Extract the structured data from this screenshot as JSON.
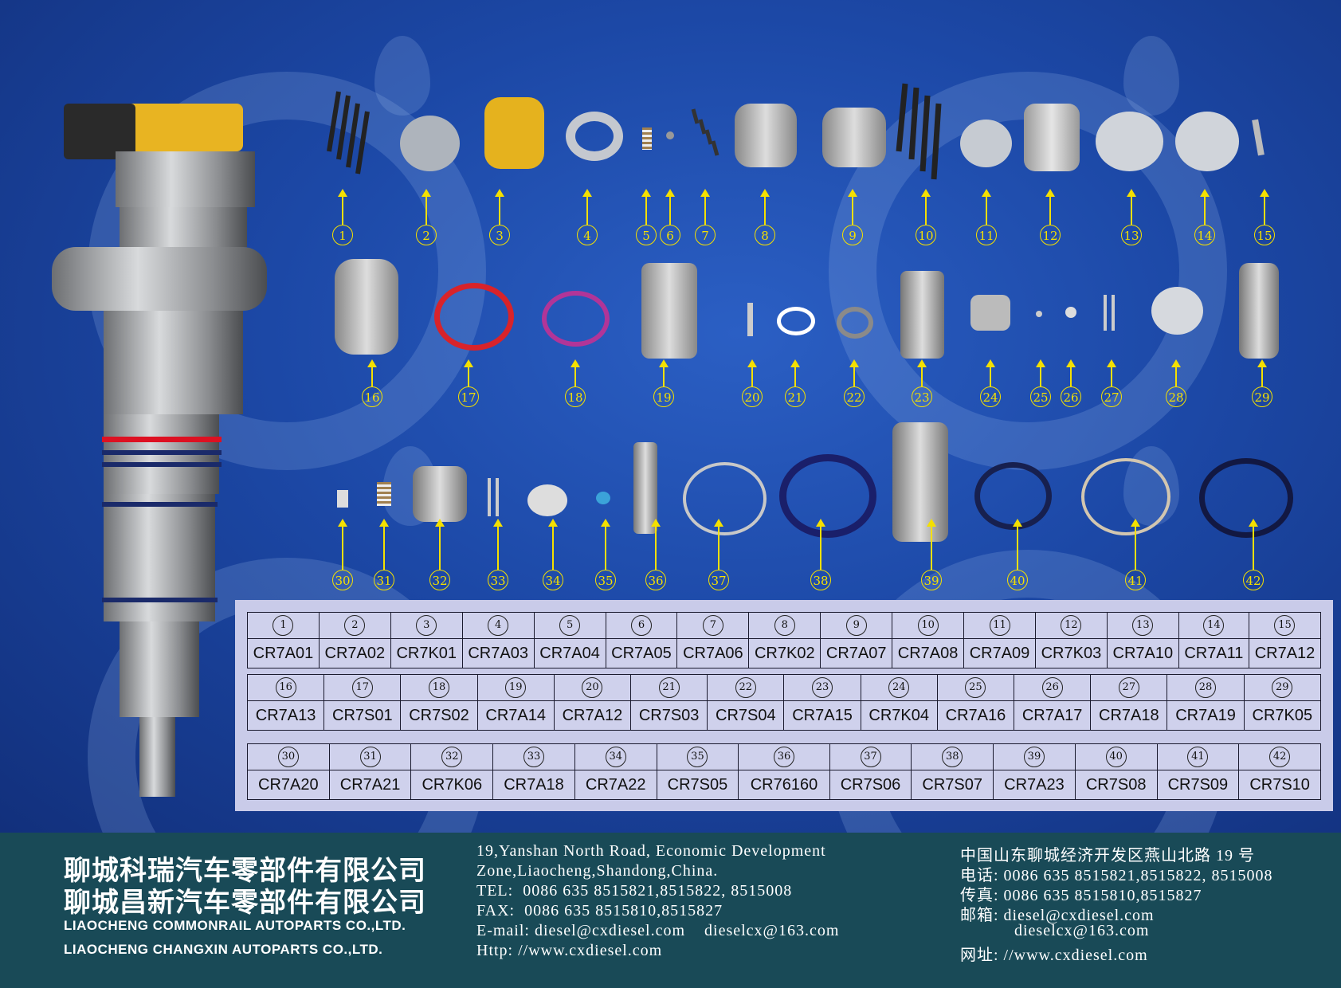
{
  "parts": [
    {
      "num": "1"
    },
    {
      "num": "2"
    },
    {
      "num": "3"
    },
    {
      "num": "4"
    },
    {
      "num": "5"
    },
    {
      "num": "6"
    },
    {
      "num": "7"
    },
    {
      "num": "8"
    },
    {
      "num": "9"
    },
    {
      "num": "10"
    },
    {
      "num": "11"
    },
    {
      "num": "12"
    },
    {
      "num": "13"
    },
    {
      "num": "14"
    },
    {
      "num": "15"
    },
    {
      "num": "16"
    },
    {
      "num": "17"
    },
    {
      "num": "18"
    },
    {
      "num": "19"
    },
    {
      "num": "20"
    },
    {
      "num": "21"
    },
    {
      "num": "22"
    },
    {
      "num": "23"
    },
    {
      "num": "24"
    },
    {
      "num": "25"
    },
    {
      "num": "26"
    },
    {
      "num": "27"
    },
    {
      "num": "28"
    },
    {
      "num": "29"
    },
    {
      "num": "30"
    },
    {
      "num": "31"
    },
    {
      "num": "32"
    },
    {
      "num": "33"
    },
    {
      "num": "34"
    },
    {
      "num": "35"
    },
    {
      "num": "36"
    },
    {
      "num": "37"
    },
    {
      "num": "38"
    },
    {
      "num": "39"
    },
    {
      "num": "40"
    },
    {
      "num": "41"
    },
    {
      "num": "42"
    }
  ],
  "table": {
    "row1": [
      {
        "n": "1",
        "code": "CR7A01"
      },
      {
        "n": "2",
        "code": "CR7A02"
      },
      {
        "n": "3",
        "code": "CR7K01"
      },
      {
        "n": "4",
        "code": "CR7A03"
      },
      {
        "n": "5",
        "code": "CR7A04"
      },
      {
        "n": "6",
        "code": "CR7A05"
      },
      {
        "n": "7",
        "code": "CR7A06"
      },
      {
        "n": "8",
        "code": "CR7K02"
      },
      {
        "n": "9",
        "code": "CR7A07"
      },
      {
        "n": "10",
        "code": "CR7A08"
      },
      {
        "n": "11",
        "code": "CR7A09"
      },
      {
        "n": "12",
        "code": "CR7K03"
      },
      {
        "n": "13",
        "code": "CR7A10"
      },
      {
        "n": "14",
        "code": "CR7A11"
      },
      {
        "n": "15",
        "code": "CR7A12"
      }
    ],
    "row2": [
      {
        "n": "16",
        "code": "CR7A13"
      },
      {
        "n": "17",
        "code": "CR7S01"
      },
      {
        "n": "18",
        "code": "CR7S02"
      },
      {
        "n": "19",
        "code": "CR7A14"
      },
      {
        "n": "20",
        "code": "CR7A12"
      },
      {
        "n": "21",
        "code": "CR7S03"
      },
      {
        "n": "22",
        "code": "CR7S04"
      },
      {
        "n": "23",
        "code": "CR7A15"
      },
      {
        "n": "24",
        "code": "CR7K04"
      },
      {
        "n": "25",
        "code": "CR7A16"
      },
      {
        "n": "26",
        "code": "CR7A17"
      },
      {
        "n": "27",
        "code": "CR7A18"
      },
      {
        "n": "28",
        "code": "CR7A19"
      },
      {
        "n": "29",
        "code": "CR7K05"
      }
    ],
    "row3": [
      {
        "n": "30",
        "code": "CR7A20"
      },
      {
        "n": "31",
        "code": "CR7A21"
      },
      {
        "n": "32",
        "code": "CR7K06"
      },
      {
        "n": "33",
        "code": "CR7A18"
      },
      {
        "n": "34",
        "code": "CR7A22"
      },
      {
        "n": "35",
        "code": "CR7S05"
      },
      {
        "n": "36",
        "code": "CR76160"
      },
      {
        "n": "37",
        "code": "CR7S06"
      },
      {
        "n": "38",
        "code": "CR7S07"
      },
      {
        "n": "39",
        "code": "CR7A23"
      },
      {
        "n": "40",
        "code": "CR7S08"
      },
      {
        "n": "41",
        "code": "CR7S09"
      },
      {
        "n": "42",
        "code": "CR7S10"
      }
    ]
  },
  "footer": {
    "company_cn_1": "聊城科瑞汽车零部件有限公司",
    "company_cn_2": "聊城昌新汽车零部件有限公司",
    "company_en_1": "LIAOCHENG COMMONRAIL AUTOPARTS CO.,LTD.",
    "company_en_2": "LIAOCHENG CHANGXIN AUTOPARTS CO.,LTD.",
    "en_addr_1": "19,Yanshan North Road, Economic Development",
    "en_addr_2": "Zone,Liaocheng,Shandong,China.",
    "en_tel": "TEL:  0086 635 8515821,8515822, 8515008",
    "en_fax": "FAX:  0086 635 8515810,8515827",
    "en_email": "E-mail: diesel@cxdiesel.com    dieselcx@163.com",
    "en_http": "Http: //www.cxdiesel.com",
    "cn_addr": "中国山东聊城经济开发区燕山北路 19 号",
    "cn_tel": "电话: 0086 635 8515821,8515822, 8515008",
    "cn_fax": "传真: 0086 635 8515810,8515827",
    "cn_email_1": "邮箱: diesel@cxdiesel.com",
    "cn_email_2": "dieselcx@163.com",
    "cn_web": "网址: //www.cxdiesel.com"
  },
  "colors": {
    "background": "#1c48a6",
    "label": "#f4e000",
    "footer": "#194a57",
    "table": "#c9cbe9"
  }
}
